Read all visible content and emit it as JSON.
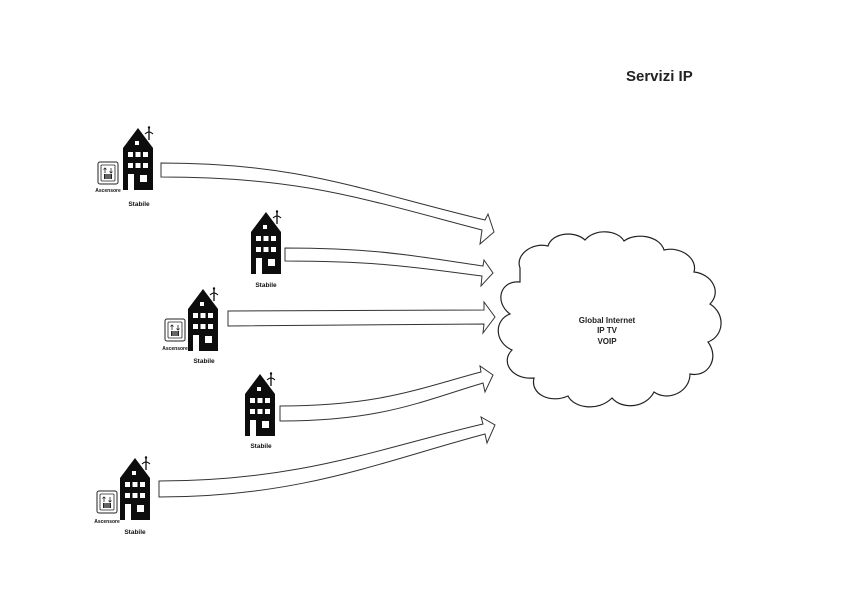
{
  "title": "Servizi IP",
  "cloud_lines": [
    "Global Internet",
    "IP TV",
    "VOIP"
  ],
  "building_label": "Stabile",
  "elevator_label": "Ascensore",
  "buildings": [
    {
      "label": "Stabile",
      "has_elevator": true
    },
    {
      "label": "Stabile",
      "has_elevator": false
    },
    {
      "label": "Stabile",
      "has_elevator": true
    },
    {
      "label": "Stabile",
      "has_elevator": false
    },
    {
      "label": "Stabile",
      "has_elevator": true
    }
  ]
}
